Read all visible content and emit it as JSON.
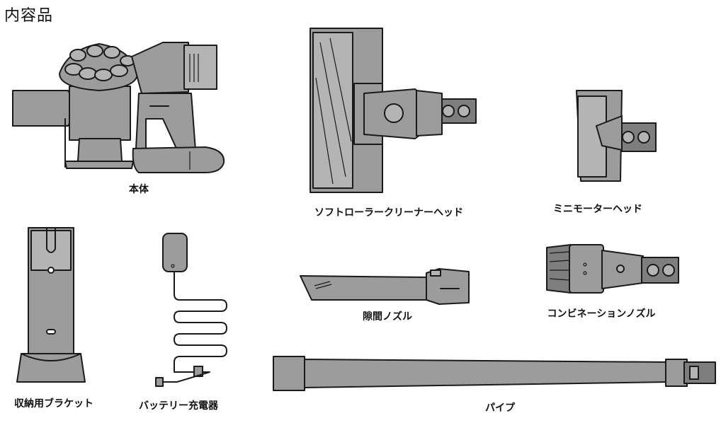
{
  "page": {
    "title": "内容品"
  },
  "items": [
    {
      "id": "main-body",
      "label": "本体"
    },
    {
      "id": "soft-roller-head",
      "label": "ソフトローラークリーナーヘッド"
    },
    {
      "id": "mini-motor-head",
      "label": "ミニモーターヘッド"
    },
    {
      "id": "docking-station",
      "label": "収納用ブラケット"
    },
    {
      "id": "battery-charger",
      "label": "バッテリー充電器"
    },
    {
      "id": "crevice-tool",
      "label": "隙間ノズル"
    },
    {
      "id": "combination-tool",
      "label": "コンビネーションノズル"
    },
    {
      "id": "wand",
      "label": "パイプ"
    }
  ],
  "colors": {
    "part_fill": "#9c9c9c",
    "part_light": "#b4b4b4",
    "outline": "#1a1a1a",
    "background": "#ffffff"
  }
}
